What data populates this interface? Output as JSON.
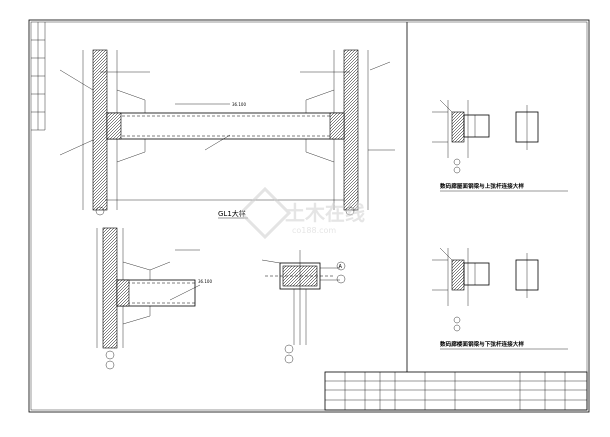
{
  "drawing": {
    "gl1_detail_title": "GL1大样",
    "detail_upper_title": "数码廊屋面钢梁与上弦杆连接大样",
    "detail_lower_title": "数码廊楼面钢梁与下弦杆连接大样",
    "dim_label": "36.100",
    "bubble_a": "A",
    "bubble_2": "②",
    "watermark_main": "土木在线",
    "watermark_sub": "co188.com"
  },
  "colors": {
    "line": "#000000",
    "watermark": "#dcdcdc",
    "background": "#ffffff"
  }
}
